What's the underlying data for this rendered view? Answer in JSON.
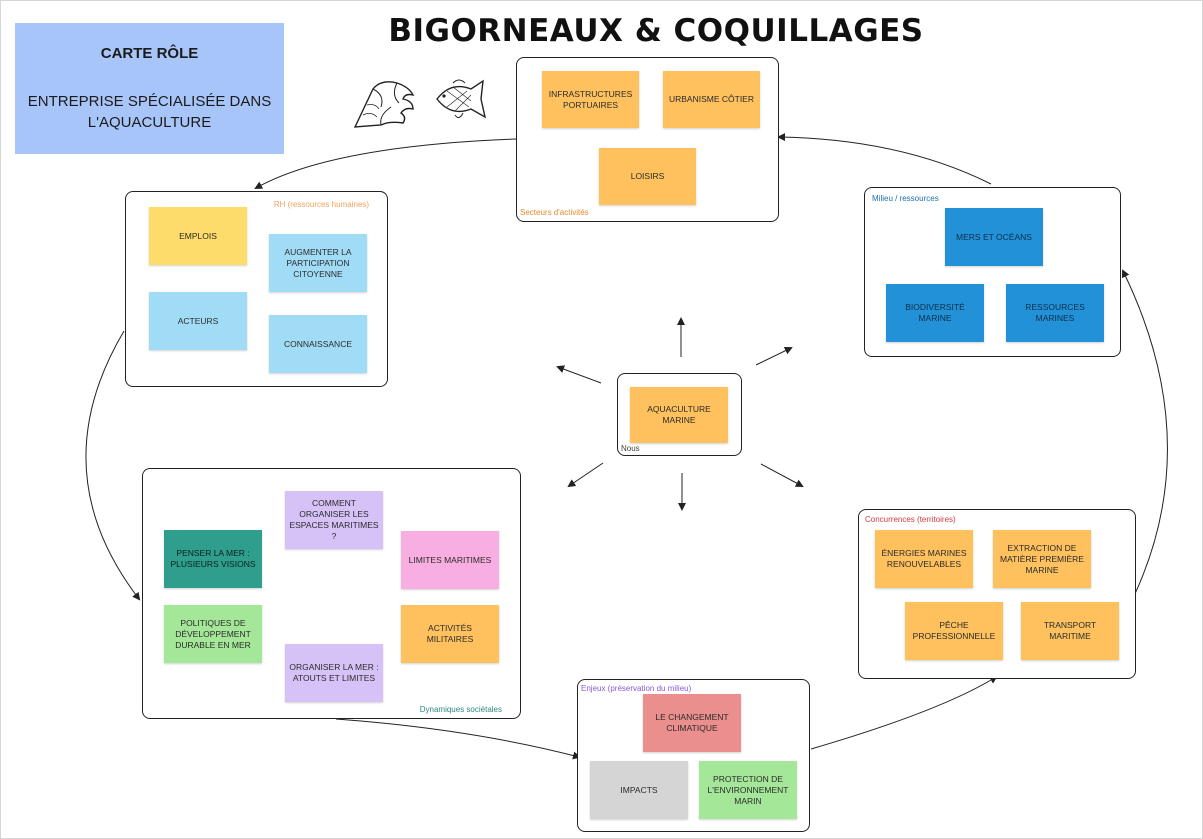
{
  "title": "BIGORNEAUX & COQUILLAGES",
  "role_card": {
    "title": "CARTE RÔLE",
    "description": "ENTREPRISE SPÉCIALISÉE DANS L'AQUACULTURE"
  },
  "icons": [
    "shell-icon",
    "fish-icon"
  ],
  "groups": {
    "secteurs": {
      "label": "Secteurs d'activités",
      "notes": [
        "INFRASTRUCTURES PORTUAIRES",
        "URBANISME CÔTIER",
        "LOISIRS"
      ]
    },
    "rh": {
      "label": "RH (ressources humaines)",
      "notes": [
        "EMPLOIS",
        "AUGMENTER LA PARTICIPATION CITOYENNE",
        "ACTEURS",
        "CONNAISSANCE"
      ]
    },
    "milieu": {
      "label": "Milieu / ressources",
      "notes": [
        "MERS ET OCÉANS",
        "BIODIVERSITÉ MARINE",
        "RESSOURCES MARINES"
      ]
    },
    "nous": {
      "label": "Nous",
      "notes": [
        "AQUACULTURE MARINE"
      ]
    },
    "dynamiques": {
      "label": "Dynamiques sociétales",
      "notes": [
        "COMMENT ORGANISER LES ESPACES MARITIMES ?",
        "PENSER LA MER : PLUSIEURS VISIONS",
        "LIMITES MARITIMES",
        "POLITIQUES DE DÉVELOPPEMENT DURABLE EN MER",
        "ACTIVITÉS MILITAIRES",
        "ORGANISER LA MER : ATOUTS ET LIMITES"
      ]
    },
    "concurrences": {
      "label": "Concurrences (territoires)",
      "notes": [
        "ÉNERGIES MARINES RENOUVELABLES",
        "EXTRACTION DE MATIÈRE PREMIÈRE MARINE",
        "PÊCHE PROFESSIONNELLE",
        "TRANSPORT MARITIME"
      ]
    },
    "enjeux": {
      "label": "Enjeux (préservation du milieu)",
      "notes": [
        "LE CHANGEMENT CLIMATIQUE",
        "IMPACTS",
        "PROTECTION DE L'ENVIRONNEMENT MARIN"
      ]
    }
  },
  "colors": {
    "secteurs_label": "#e38b2a",
    "rh_label": "#f0a35a",
    "milieu_label": "#1e6fb0",
    "dynamiques_label": "#2b8a7e",
    "concurrences_label": "#d43c3c",
    "enjeux_label": "#8a5ad6",
    "role_card": "#a8c5fa"
  }
}
